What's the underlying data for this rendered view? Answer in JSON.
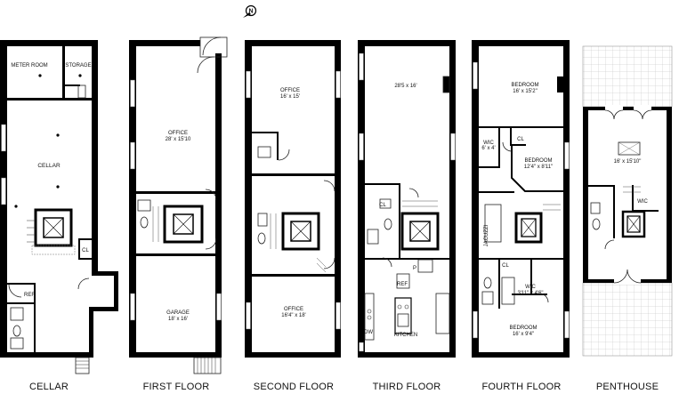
{
  "floors": {
    "cellar": {
      "name": "CELLAR",
      "rooms": {
        "meter": "METER ROOM",
        "storage": "STORAGE",
        "cellar": "CELLAR",
        "cl": "CL",
        "ref": "REF"
      }
    },
    "first": {
      "name": "FIRST FLOOR",
      "rooms": {
        "office": "OFFICE",
        "office_dim": "28' x 15'10",
        "garage": "GARAGE",
        "garage_dim": "18' x 16'"
      }
    },
    "second": {
      "name": "SECOND FLOOR",
      "rooms": {
        "office_top": "OFFICE",
        "office_top_dim": "16' x 15'",
        "office_bottom": "OFFICE",
        "office_bottom_dim": "16'4\" x 18'"
      }
    },
    "third": {
      "name": "THIRD FLOOR",
      "rooms": {
        "main_dim": "28'5 x 16'",
        "cl": "CL",
        "p": "P",
        "ref": "REF",
        "dw": "DW",
        "kitchen": "KITCHEN"
      }
    },
    "fourth": {
      "name": "FOURTH FLOOR",
      "rooms": {
        "bed1": "BEDROOM",
        "bed1_dim": "16' x 15'2\"",
        "wic1": "WIC",
        "wic1_dim": "6' x 4'",
        "cl1": "CL",
        "bed2": "BEDROOM",
        "bed2_dim": "12'4\" x 8'11\"",
        "jacuzzi": "JACUZZI",
        "cl2": "CL",
        "wic2": "WIC",
        "wic2_dim": "3'11\" x 4'6\"",
        "bed3": "BEDROOM",
        "bed3_dim": "16' x 9'4\""
      }
    },
    "penthouse": {
      "name": "PENTHOUSE",
      "rooms": {
        "main_dim": "16' x 15'10\"",
        "wic": "WIC"
      }
    }
  },
  "compass": {
    "label": "N",
    "icon": "compass-north-icon"
  }
}
